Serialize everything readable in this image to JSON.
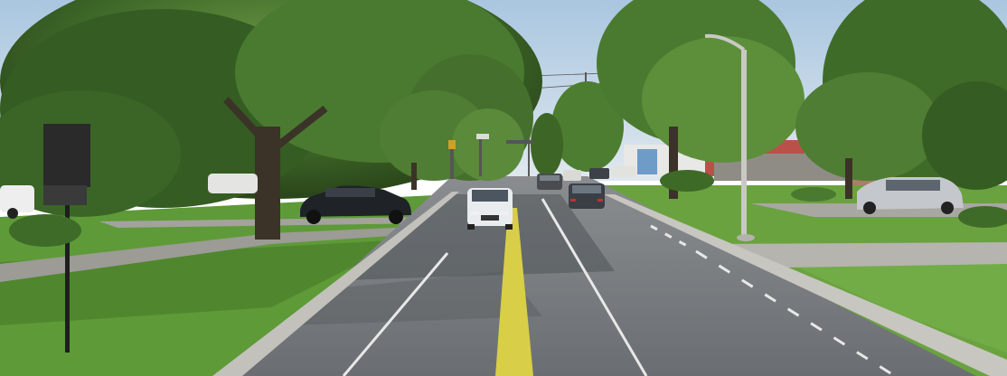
{
  "scene": {
    "colors": {
      "sky": "#cfe0ee",
      "sky_top": "#a9c6e0",
      "road": "#6f7377",
      "road_dark": "#55595d",
      "grass": "#5f9a3a",
      "grass_light": "#7fb04f",
      "yellow_line": "#d9cf4a",
      "tree_dark": "#2f4f1f",
      "tree_mid": "#3f6a2a",
      "tree_light": "#5d8a3a",
      "curb": "#b8b8b2",
      "sidewalk": "#a9a8a2"
    },
    "vehicles": [
      {
        "name": "white-suv-oncoming",
        "color": "#e9ecef"
      },
      {
        "name": "dark-sedan-parked",
        "color": "#1f2226"
      },
      {
        "name": "silver-suv-right",
        "color": "#c4c7cb"
      },
      {
        "name": "dark-suv-ahead",
        "color": "#3a3f46"
      },
      {
        "name": "dark-pickup-distance",
        "color": "#4a4c50"
      }
    ]
  }
}
